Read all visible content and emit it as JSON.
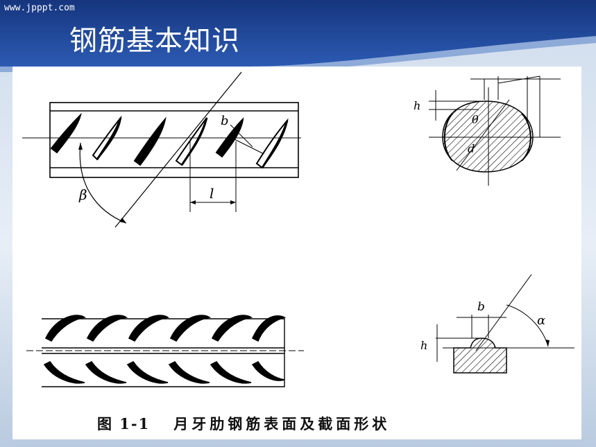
{
  "header": {
    "url": "www.jpppt.com",
    "title": "钢筋基本知识"
  },
  "figure": {
    "caption_label": "图 1-1",
    "caption_text": "月牙肋钢筋表面及截面形状",
    "labels": {
      "beta": "β",
      "b_top": "b",
      "l": "l",
      "h_section": "h",
      "theta": "θ",
      "d": "d",
      "b_detail": "b",
      "h_detail": "h",
      "alpha": "α"
    }
  },
  "colors": {
    "header_blue": "#1e3f8c",
    "header_light": "#2d5fb6",
    "line": "#000000"
  }
}
